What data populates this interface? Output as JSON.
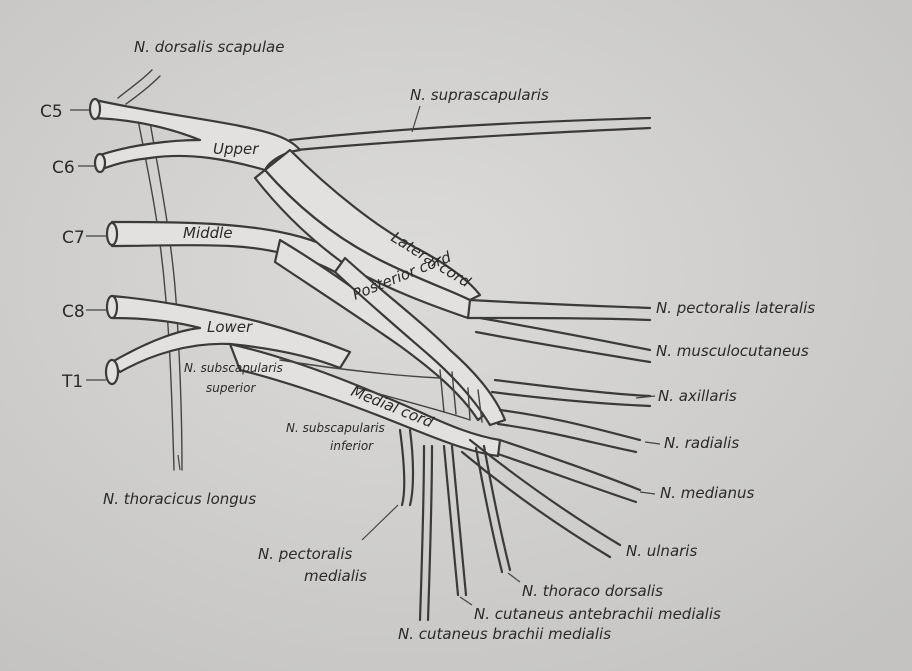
{
  "roots": {
    "c5": "C5",
    "c6": "C6",
    "c7": "C7",
    "c8": "C8",
    "t1": "T1"
  },
  "trunks": {
    "upper": "Upper",
    "middle": "Middle",
    "lower": "Lower"
  },
  "cords": {
    "lateral": "Lateral cord",
    "posterior": "Posterior cord",
    "medial": "Medial cord"
  },
  "nerves": {
    "dorsalis_scapulae": "N. dorsalis scapulae",
    "suprascapularis": "N. suprascapularis",
    "pectoralis_lateralis": "N. pectoralis lateralis",
    "musculocutaneus": "N. musculocutaneus",
    "axillaris": "N. axillaris",
    "radialis": "N. radialis",
    "medianus": "N. medianus",
    "ulnaris": "N. ulnaris",
    "thoraco_dorsalis": "N. thoraco dorsalis",
    "cutaneus_antebrachii": "N. cutaneus antebrachii medialis",
    "cutaneus_brachii": "N. cutaneus brachii medialis",
    "pectoralis_medialis_1": "N. pectoralis",
    "pectoralis_medialis_2": "medialis",
    "subscapularis_superior_1": "N. subscapularis",
    "subscapularis_superior_2": "superior",
    "subscapularis_inferior_1": "N. subscapularis",
    "subscapularis_inferior_2": "inferior",
    "thoracicus_longus": "N. thoracicus longus"
  },
  "colors": {
    "paper": "#d6d5d3",
    "ink": "#3a3a3a",
    "nerve_fill": "#e2e1df"
  }
}
